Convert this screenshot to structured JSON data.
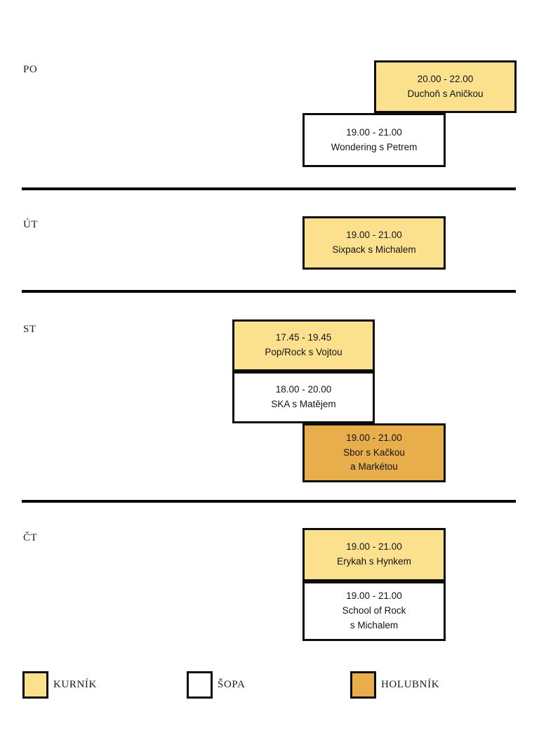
{
  "rooms": {
    "kurnik": {
      "name": "KURNÍK",
      "color": "#FBE08E"
    },
    "sopa": {
      "name": "ŠOPA",
      "color": "#FFFFFF"
    },
    "holubnik": {
      "name": "HOLUBNÍK",
      "color": "#E7AE4B"
    }
  },
  "days": [
    {
      "label": "PO",
      "events": [
        {
          "time": "20.00 - 22.00",
          "title": "Duchoň s Aničkou",
          "room": "kurnik"
        },
        {
          "time": "19.00 - 21.00",
          "title": "Wondering s Petrem",
          "room": "sopa"
        }
      ]
    },
    {
      "label": "ÚT",
      "events": [
        {
          "time": "19.00 - 21.00",
          "title": "Sixpack s Michalem",
          "room": "kurnik"
        }
      ]
    },
    {
      "label": "ST",
      "events": [
        {
          "time": "17.45 - 19.45",
          "title": "Pop/Rock s Vojtou",
          "room": "kurnik"
        },
        {
          "time": "18.00 - 20.00",
          "title": "SKA s Matějem",
          "room": "sopa"
        },
        {
          "time": "19.00 - 21.00",
          "title": "Sbor s Kačkou\na Markétou",
          "room": "holubnik"
        }
      ]
    },
    {
      "label": "ČT",
      "events": [
        {
          "time": "19.00 - 21.00",
          "title": "Erykah s Hynkem",
          "room": "kurnik"
        },
        {
          "time": "19.00 - 21.00",
          "title": "School of Rock\ns Michalem",
          "room": "sopa"
        }
      ]
    }
  ],
  "legend": [
    {
      "label": "KURNÍK",
      "color": "#FBE08E"
    },
    {
      "label": "ŠOPA",
      "color": "#FFFFFF"
    },
    {
      "label": "HOLUBNÍK",
      "color": "#E7AE4B"
    }
  ]
}
